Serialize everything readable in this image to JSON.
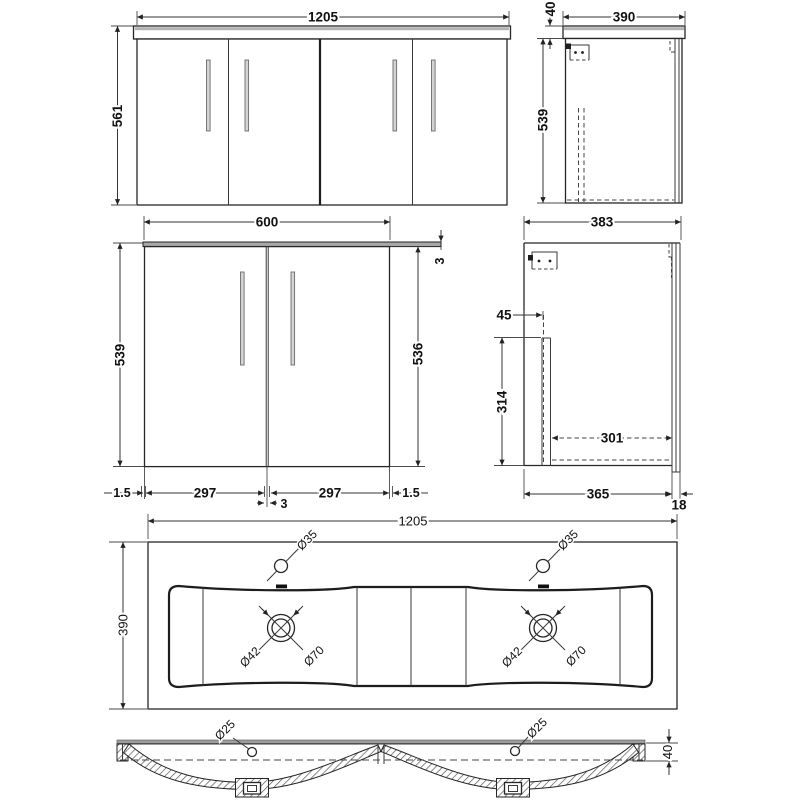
{
  "drawing": {
    "front_view": {
      "width": "1205",
      "height": "561"
    },
    "side_view": {
      "counter_thickness": "40",
      "depth": "390",
      "cabinet_height": "539"
    },
    "unit600_view": {
      "width": "600",
      "height_left": "539",
      "door_height": "536",
      "counter_thickness": "3",
      "gap_left": "1.5",
      "door_left": "297",
      "gap_center": "3",
      "door_right": "297",
      "gap_right": "1.5"
    },
    "section_view": {
      "depth": "383",
      "front_inset": "45",
      "interior_height": "314",
      "interior_depth": "301",
      "base_depth": "365",
      "back_panel": "18"
    },
    "basin_plan": {
      "width": "1205",
      "depth": "390",
      "tap_hole_left": "Ø35",
      "tap_hole_right": "Ø35",
      "waste_left_inner": "Ø42",
      "waste_left_outer": "Ø70",
      "waste_right_inner": "Ø42",
      "waste_right_outer": "Ø70"
    },
    "basin_section": {
      "overflow_left": "Ø25",
      "overflow_right": "Ø25",
      "rim_height": "40"
    }
  }
}
